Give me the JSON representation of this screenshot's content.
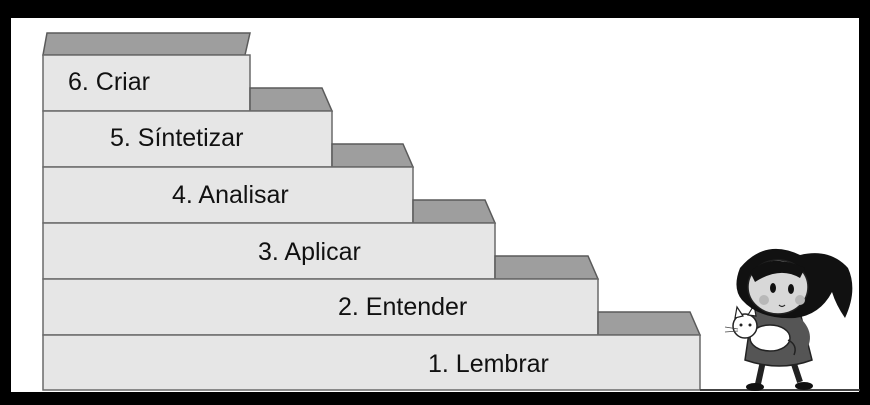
{
  "staircase": {
    "steps": [
      {
        "label": "1. Lembrar"
      },
      {
        "label": "2. Entender"
      },
      {
        "label": "3. Aplicar"
      },
      {
        "label": "4. Analisar"
      },
      {
        "label": "5. Síntetizar"
      },
      {
        "label": "6. Criar"
      }
    ]
  },
  "colors": {
    "step_face": "#e6e6e6",
    "step_top": "#9e9e9e",
    "outline": "#6a6a6a",
    "frame": "#000000"
  },
  "illustration": {
    "figure": "girl-holding-cat"
  }
}
